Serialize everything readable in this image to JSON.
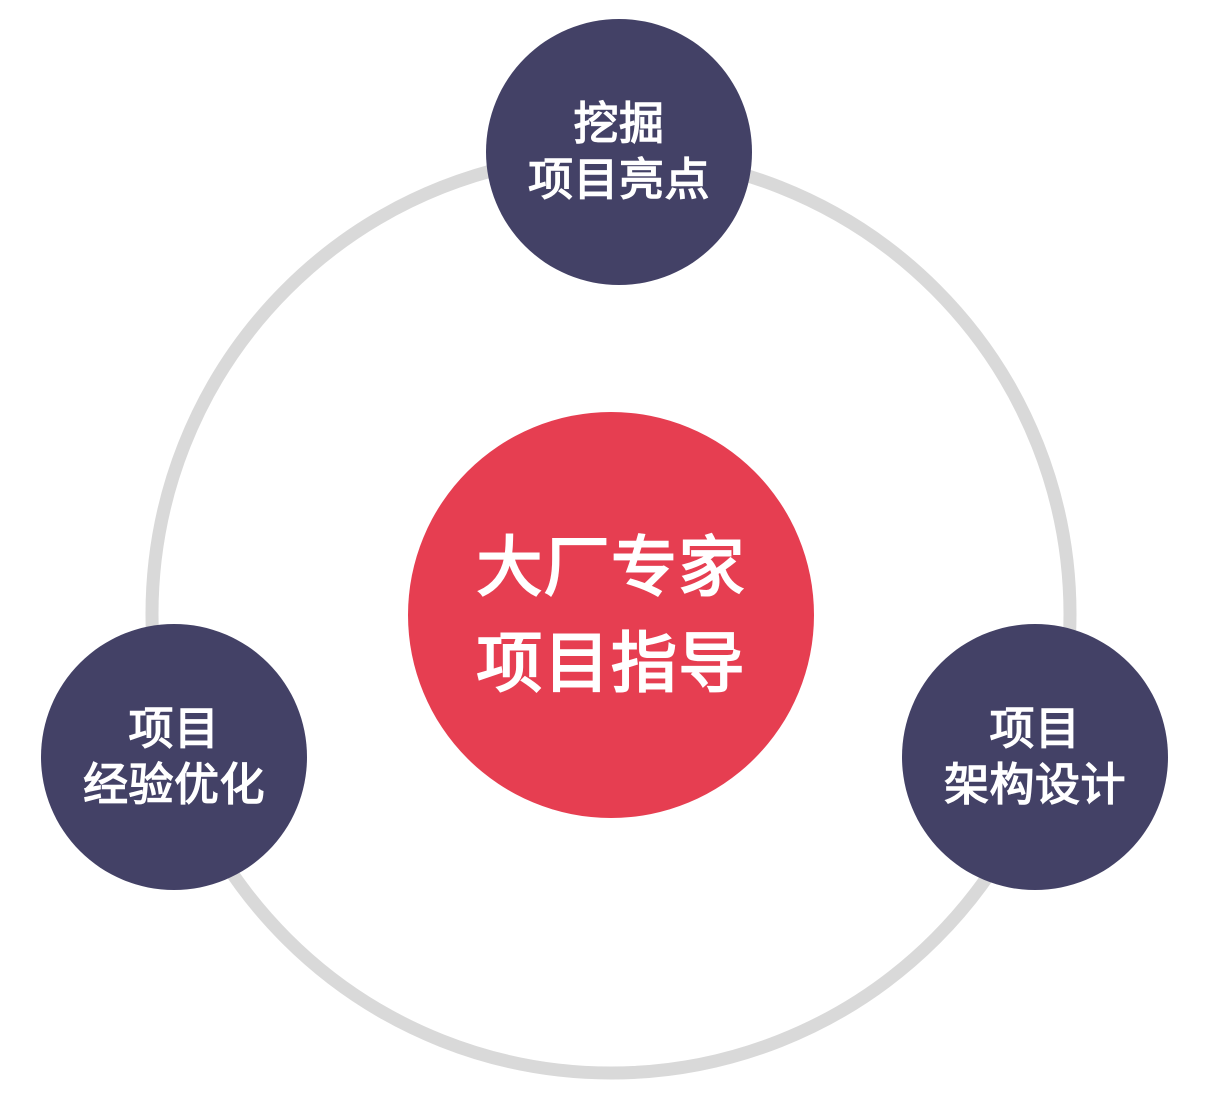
{
  "diagram": {
    "type": "hub-and-spoke circular diagram",
    "background_color": "#ffffff",
    "ring": {
      "name": "connector-ring",
      "color": "#d9d9d9",
      "stroke_width": 13
    },
    "center_node": {
      "label_line1": "大厂专家",
      "label_line2": "项目指导",
      "fill_color": "#e63e51",
      "text_color": "#ffffff"
    },
    "satellite_nodes": [
      {
        "position": "top",
        "label_line1": "挖掘",
        "label_line2": "项目亮点",
        "fill_color": "#434166",
        "text_color": "#ffffff"
      },
      {
        "position": "left",
        "label_line1": "项目",
        "label_line2": "经验优化",
        "fill_color": "#434166",
        "text_color": "#ffffff"
      },
      {
        "position": "right",
        "label_line1": "项目",
        "label_line2": "架构设计",
        "fill_color": "#434166",
        "text_color": "#ffffff"
      }
    ]
  }
}
